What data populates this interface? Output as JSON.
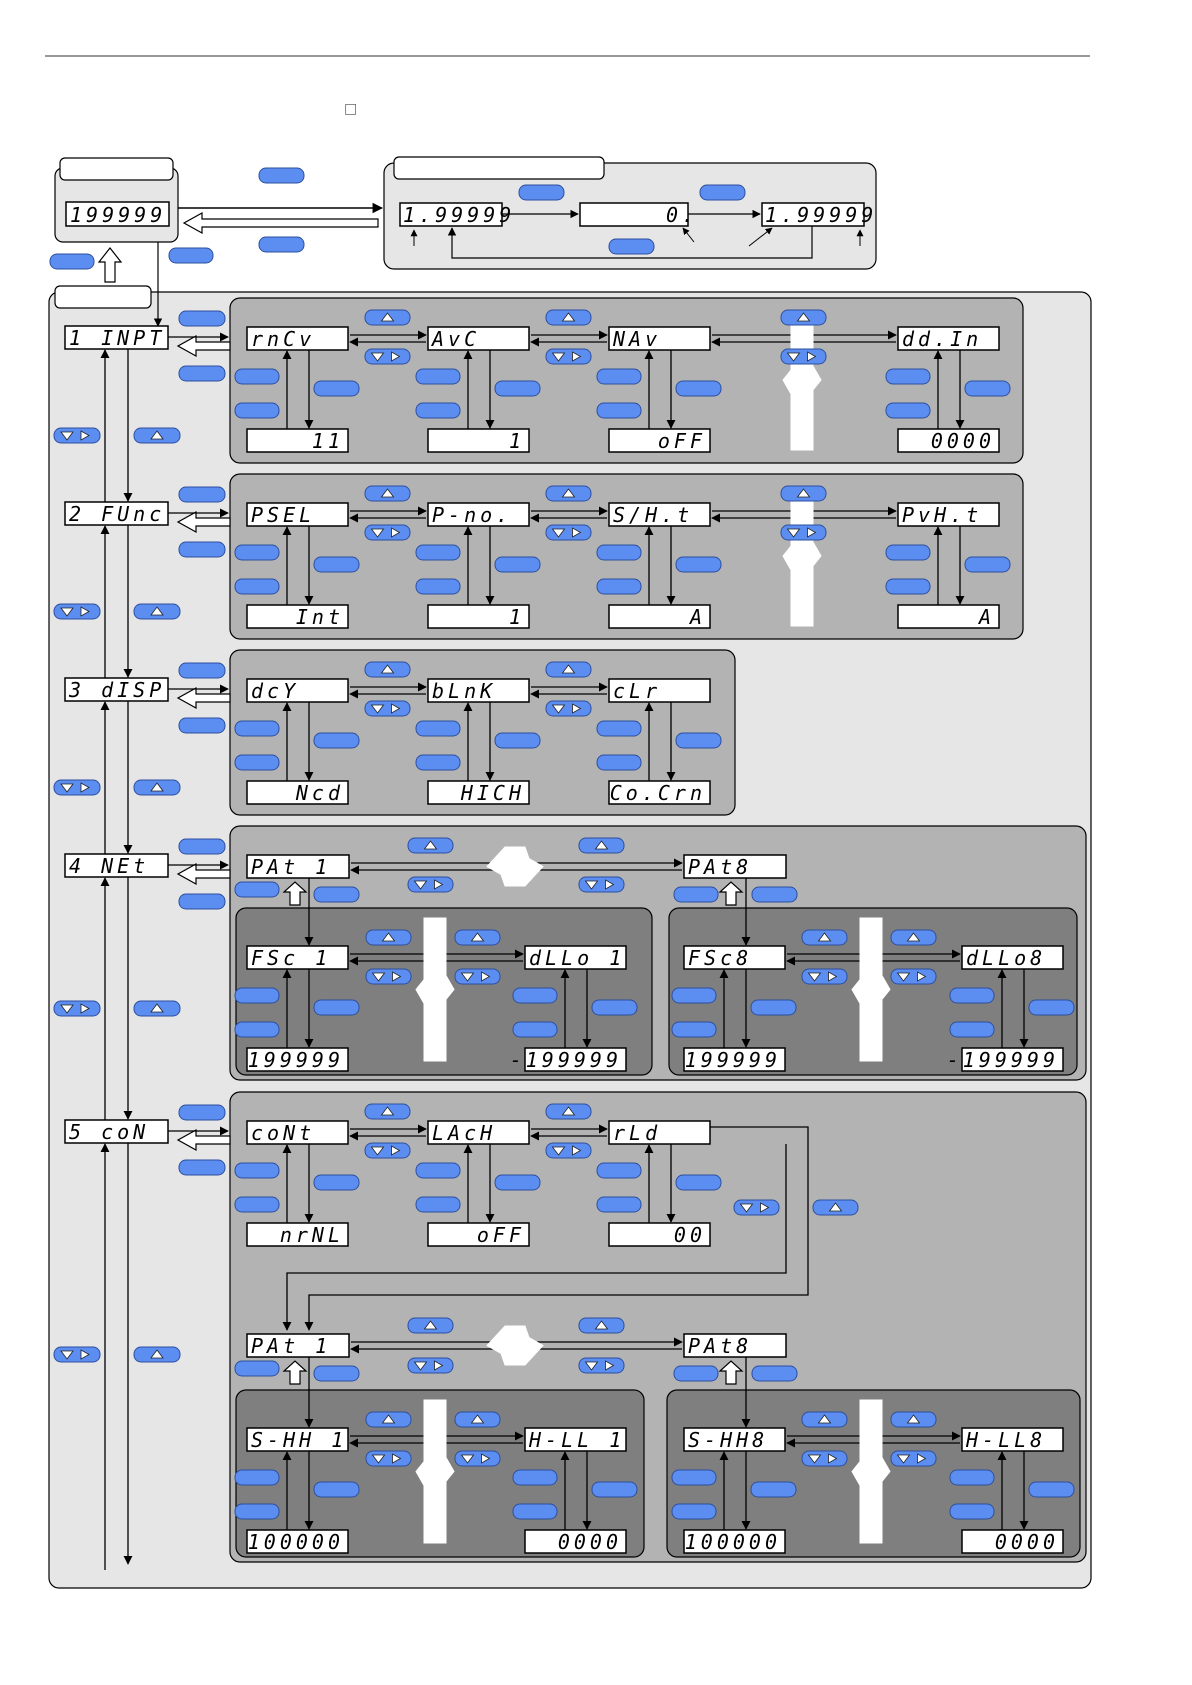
{
  "colors": {
    "page": "#ffffff",
    "outer_panel": "#e6e6e6",
    "group_panel": "#b3b3b3",
    "sub_panel": "#7f7f7f",
    "key": "#5b8ef0",
    "key_border": "#2d4f9e",
    "lcd_bg": "#ffffff",
    "line": "#000000"
  },
  "icons": {
    "key": "blue-key-icon",
    "up": "up-triangle-icon",
    "down_right": "down-right-triangle-icon",
    "hollow_left": "hollow-left-arrow-icon",
    "hollow_up": "hollow-up-arrow-icon",
    "break": "zigzag-break-icon"
  },
  "header": {
    "glyph": "□"
  },
  "top": {
    "main_display": "199999",
    "cycle_displays": [
      "1.99999",
      "0.",
      "1.99999"
    ]
  },
  "menus": [
    {
      "label": "1 INPT",
      "params": [
        "rnCv",
        "AvC",
        "NAv",
        "dd.In"
      ],
      "values": [
        "11",
        "1",
        "oFF",
        "0000"
      ]
    },
    {
      "label": "2 FUnc",
      "params": [
        "PSEL",
        "P-no.",
        "S/H.t",
        "PvH.t"
      ],
      "values": [
        "Int",
        "1",
        "A",
        "A"
      ]
    },
    {
      "label": "3 dISP",
      "params": [
        "dcY",
        "bLnK",
        "cLr"
      ],
      "values": [
        "Ncd",
        "HICH",
        "Co.Crn"
      ]
    },
    {
      "label": "4 NEt",
      "patterns": [
        "PAt 1",
        "PAt8"
      ],
      "sub_groups": [
        {
          "params": [
            "FSc 1",
            "dLLo 1"
          ],
          "values": [
            "199999",
            "-199999"
          ]
        },
        {
          "params": [
            "FSc8",
            "dLLo8"
          ],
          "values": [
            "199999",
            "-199999"
          ]
        }
      ]
    },
    {
      "label": "5 coN",
      "params": [
        "coNt",
        "LAcH",
        "rLd"
      ],
      "values": [
        "nrNL",
        "oFF",
        "00"
      ],
      "patterns": [
        "PAt 1",
        "PAt8"
      ],
      "sub_groups": [
        {
          "params": [
            "S-HH 1",
            "H-LL 1"
          ],
          "values": [
            "100000",
            "0000"
          ]
        },
        {
          "params": [
            "S-HH8",
            "H-LL8"
          ],
          "values": [
            "100000",
            "0000"
          ]
        }
      ]
    }
  ]
}
